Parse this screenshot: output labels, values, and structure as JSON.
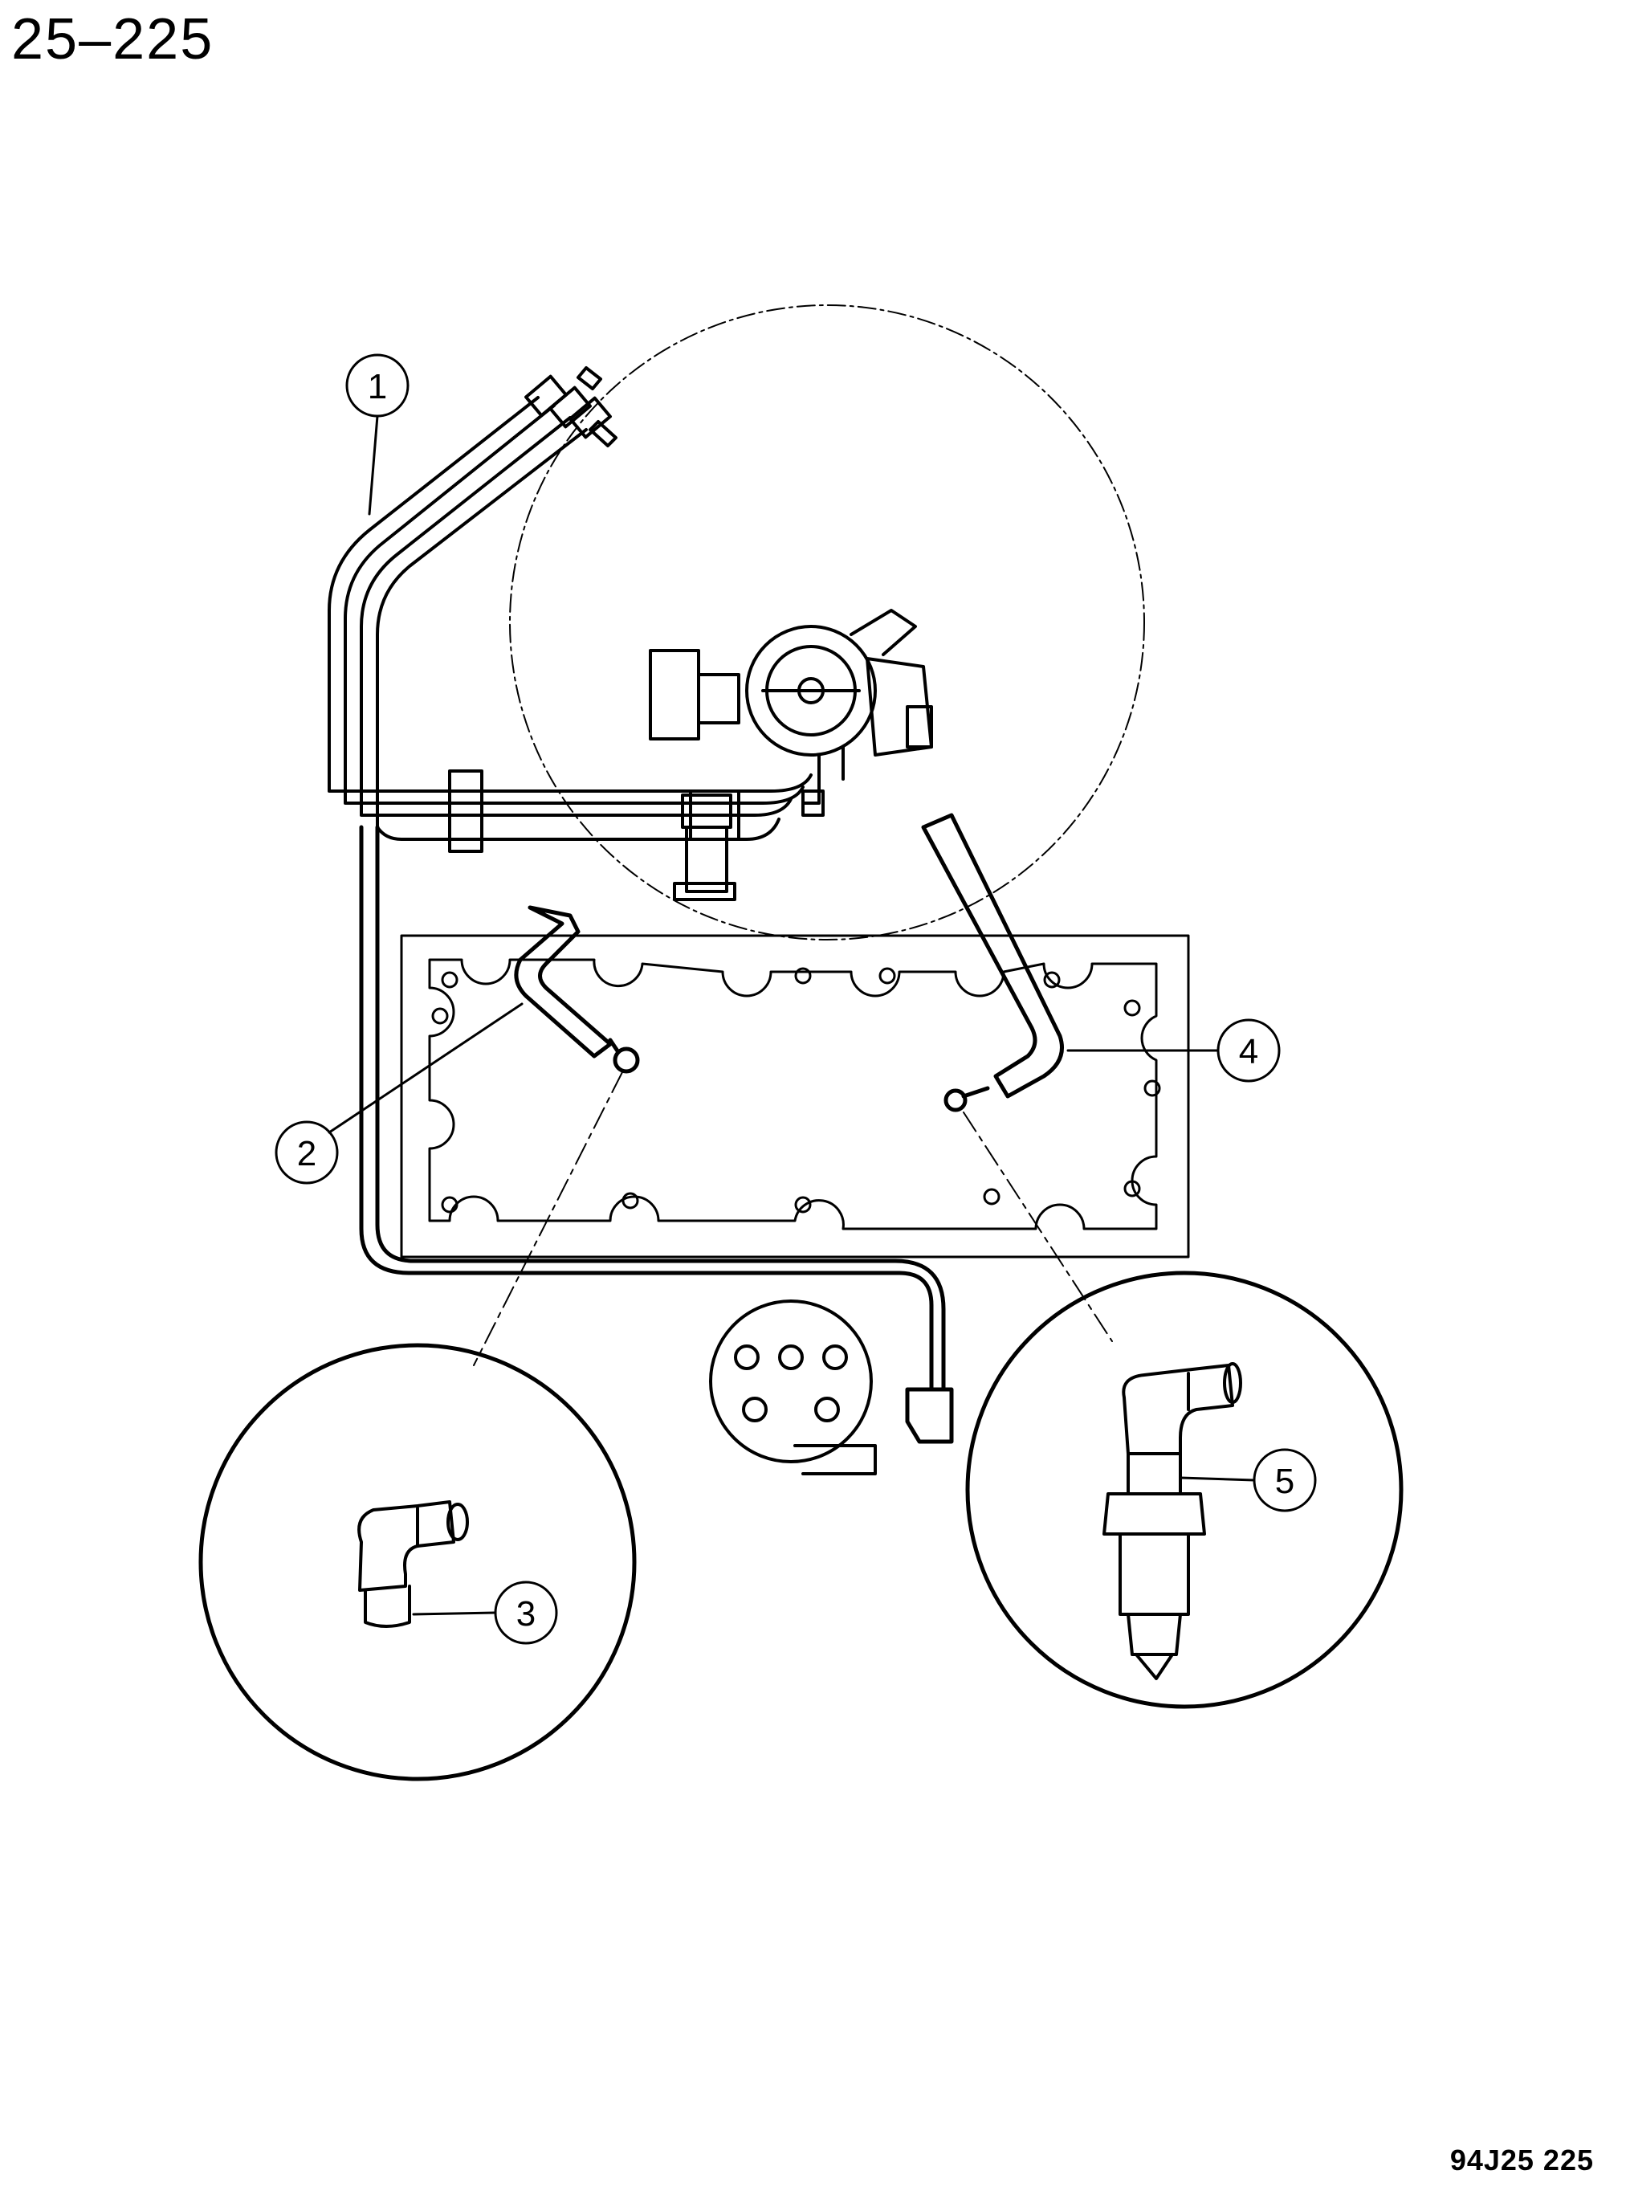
{
  "page_number": "25–225",
  "figure_code": "94J25 225",
  "callouts": [
    {
      "id": "1",
      "label": "1"
    },
    {
      "id": "2",
      "label": "2"
    },
    {
      "id": "3",
      "label": "3"
    },
    {
      "id": "4",
      "label": "4"
    },
    {
      "id": "5",
      "label": "5"
    }
  ],
  "colors": {
    "line": "#000000",
    "background": "#ffffff"
  }
}
